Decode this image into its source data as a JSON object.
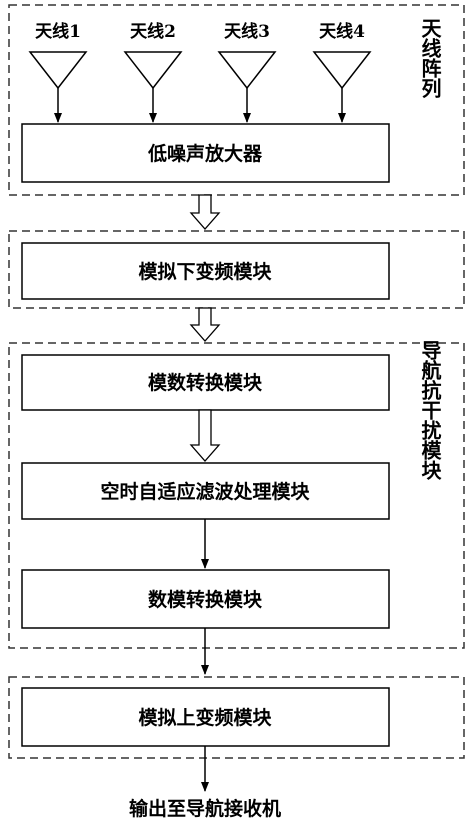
{
  "antennas": [
    "天线1",
    "天线2",
    "天线3",
    "天线4"
  ],
  "groups": {
    "antenna_array": "天线阵列",
    "anti_jam": "导航抗干扰模块"
  },
  "modules": {
    "lna": "低噪声放大器",
    "analog_down": "模拟下变频模块",
    "adc": "模数转换模块",
    "stap": "空时自适应滤波处理模块",
    "dac": "数模转换模块",
    "analog_up": "模拟上变频模块"
  },
  "output": "输出至导航接收机"
}
